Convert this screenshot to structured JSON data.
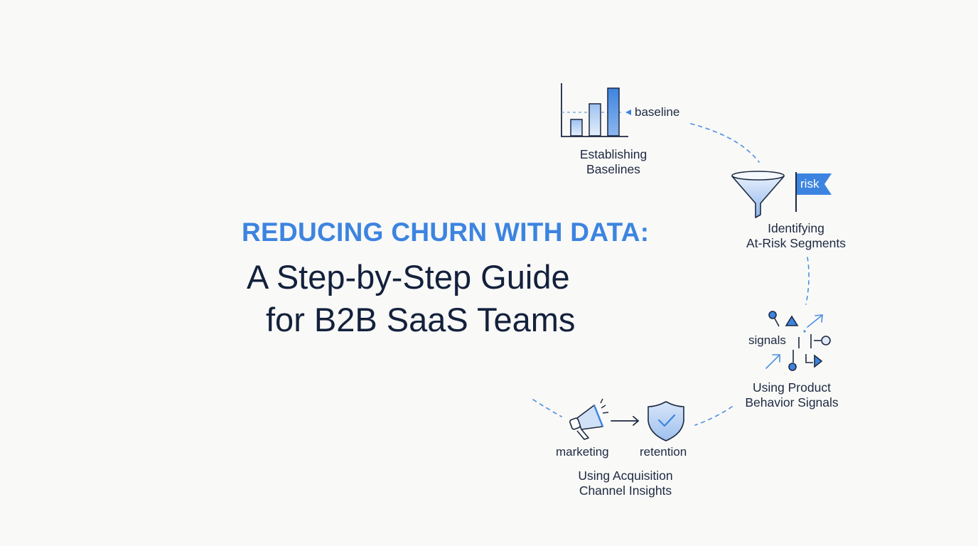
{
  "title": {
    "headline": "REDUCING CHURN WITH DATA:",
    "line1": "A Step-by-Step Guide",
    "line2": "for B2B SaaS Teams"
  },
  "steps": [
    {
      "id": "baselines",
      "label_line1": "Establishing",
      "label_line2": "Baselines",
      "icon": "bar-chart-icon",
      "tag": "baseline"
    },
    {
      "id": "at-risk",
      "label_line1": "Identifying",
      "label_line2": "At-Risk Segments",
      "icon": "funnel-icon",
      "tag": "risk"
    },
    {
      "id": "signals",
      "label_line1": "Using Product",
      "label_line2": "Behavior Signals",
      "icon": "signals-icon",
      "tag": "signals"
    },
    {
      "id": "acquisition",
      "label_line1": "Using Acquisition",
      "label_line2": "Channel Insights",
      "icon": "megaphone-icon",
      "tag_left": "marketing",
      "tag_right": "retention"
    }
  ],
  "colors": {
    "accent": "#3c84e0",
    "text": "#13213c",
    "icon_fill": "#cfe0f7",
    "dash": "#4a8fe0"
  }
}
